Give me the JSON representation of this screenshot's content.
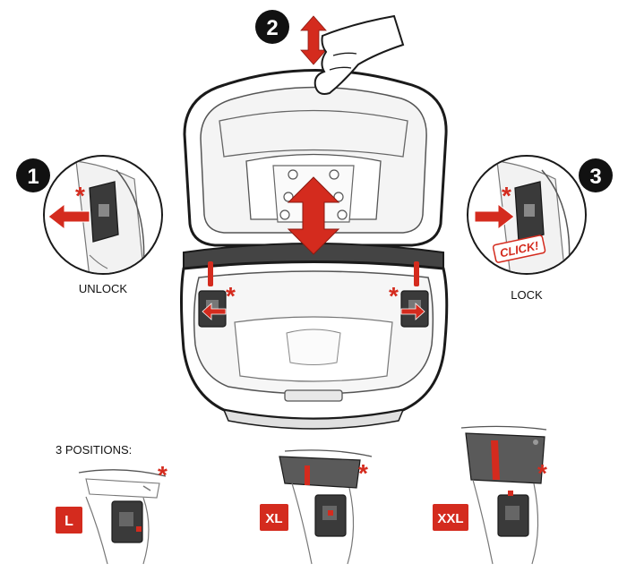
{
  "steps": [
    {
      "number": "1",
      "caption": "UNLOCK"
    },
    {
      "number": "2"
    },
    {
      "number": "3",
      "caption": "LOCK",
      "sticker": "CLICK!"
    }
  ],
  "positions": {
    "heading": "3 POSITIONS:",
    "sizes": [
      "L",
      "XL",
      "XXL"
    ]
  },
  "marker_symbol": "*",
  "colors": {
    "accent_red": "#d42b1e",
    "outline": "#1a1a1a",
    "dark_part": "#3a3a3a",
    "light_gray": "#c8c8c8",
    "mid_gray": "#8a8a8a"
  }
}
